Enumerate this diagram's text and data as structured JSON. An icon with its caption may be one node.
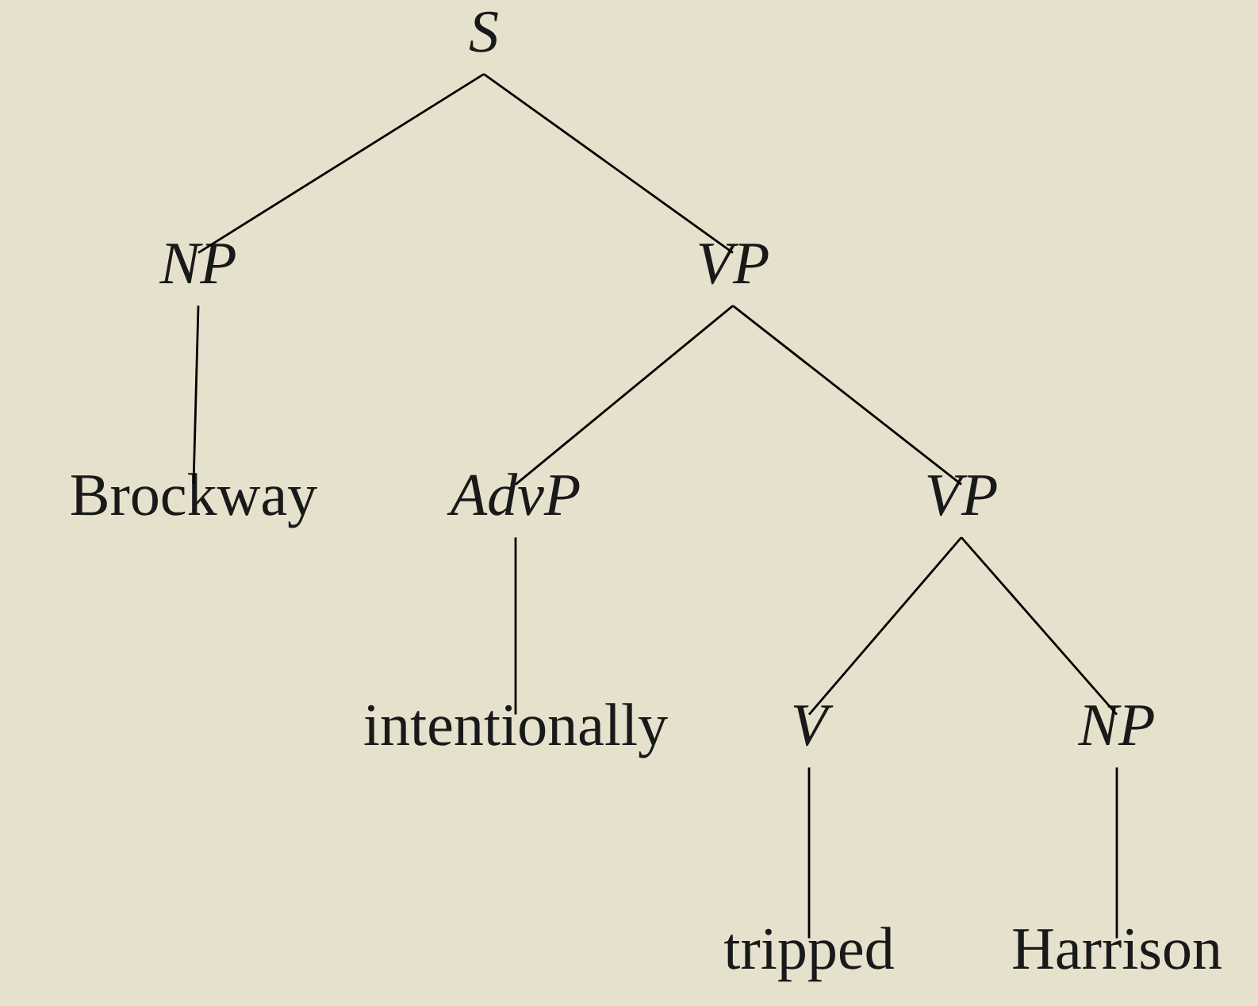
{
  "diagram": {
    "nodes": [
      {
        "text": [
          "S"
        ]
      },
      {
        "text": [
          "NP"
        ]
      },
      {
        "text": [
          "VP"
        ]
      },
      {
        "text": [
          "Brockway"
        ]
      },
      {
        "text": [
          "AdvP"
        ]
      },
      {
        "text": [
          "VP"
        ]
      },
      {
        "text": [
          "intentionally"
        ]
      },
      {
        "text": [
          "V"
        ]
      },
      {
        "text": [
          "NP"
        ]
      },
      {
        "text": [
          "tripped"
        ]
      },
      {
        "text": [
          "Harrison"
        ]
      }
    ],
    "edges": [
      {
        "from": 0,
        "to": 1,
        "arrow": "none"
      },
      {
        "from": 0,
        "to": 2,
        "arrow": "none"
      },
      {
        "from": 1,
        "to": 3,
        "arrow": "none"
      },
      {
        "from": 2,
        "to": 4,
        "arrow": "none"
      },
      {
        "from": 2,
        "to": 5,
        "arrow": "none"
      },
      {
        "from": 4,
        "to": 6,
        "arrow": "none"
      },
      {
        "from": 5,
        "to": 7,
        "arrow": "none"
      },
      {
        "from": 5,
        "to": 8,
        "arrow": "none"
      },
      {
        "from": 7,
        "to": 9,
        "arrow": "none"
      },
      {
        "from": 8,
        "to": 10,
        "arrow": "none"
      }
    ]
  }
}
